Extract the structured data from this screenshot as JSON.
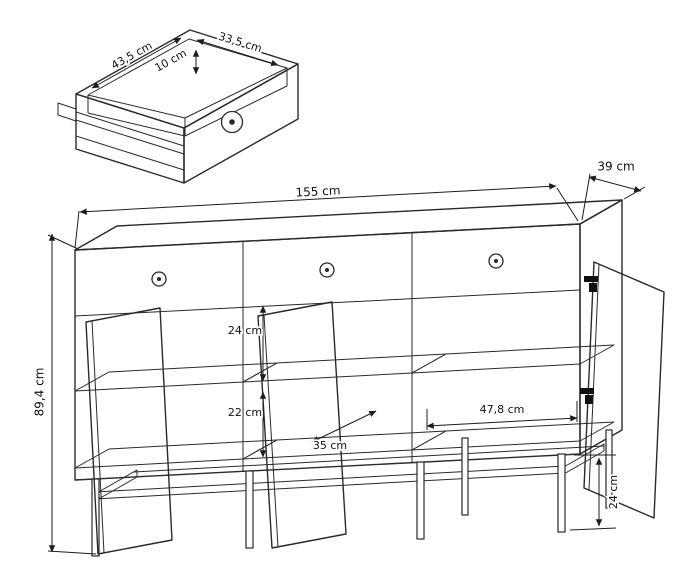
{
  "page": {
    "background": "#ffffff",
    "line_color": "#2a2a2a",
    "text_color": "#111111"
  },
  "drawer_detail": {
    "dim_depth": "43,5 cm",
    "dim_width": "33,5 cm",
    "dim_height": "10 cm"
  },
  "cabinet": {
    "dim_width": "155 cm",
    "dim_depth": "39 cm",
    "dim_height": "89,4 cm",
    "dim_upper_compartment": "24 cm",
    "dim_lower_compartment": "22 cm",
    "dim_middle_inner_width": "35 cm",
    "dim_right_inner_width": "47,8 cm",
    "dim_leg_height": "24 cm"
  }
}
